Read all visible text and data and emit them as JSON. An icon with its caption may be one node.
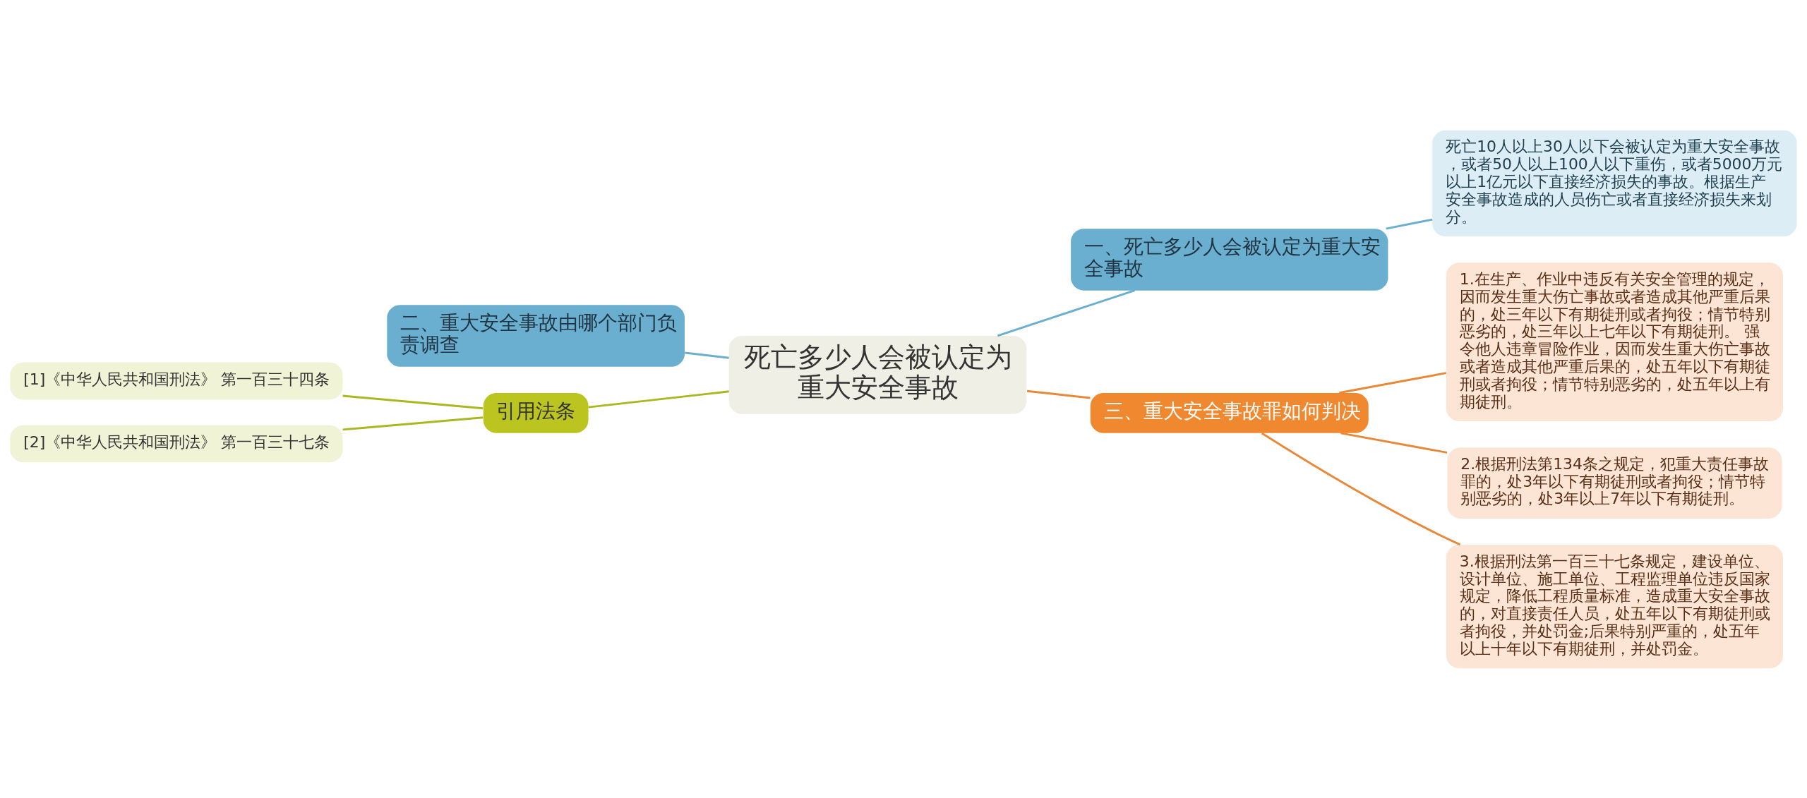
{
  "diagram": {
    "nodes": [
      {
        "text": [
          "死亡多少人会被认定为重大安全事故"
        ]
      },
      {
        "text": [
          "一、死亡多少人会被认定为重大安全事故"
        ]
      },
      {
        "text": [
          "死亡10人以上30人以下会被认定为重大安全事故，或者50人以上100人以下重伤，或者5000万元以上1亿元以下直接经济损失的事故。根据生产安全事故造成的人员伤亡或者直接经济损失来划分。"
        ]
      },
      {
        "text": [
          "三、重大安全事故罪如何判决"
        ]
      },
      {
        "text": [
          "1.在生产、作业中违反有关安全管理的规定，因而发生重大伤亡事故或者造成其他严重后果的，处三年以下有期徒刑或者拘役；情节特别恶劣的，处三年以上七年以下有期徒刑。 强令他人违章冒险作业，因而发生重大伤亡事故或者造成其他严重后果的，处五年以下有期徒刑或者拘役；情节特别恶劣的，处五年以上有期徒刑。"
        ]
      },
      {
        "text": [
          "2.根据刑法第134条之规定，犯重大责任事故罪的，处3年以下有期徒刑或者拘役；情节特别恶劣的，处3年以上7年以下有期徒刑。"
        ]
      },
      {
        "text": [
          "3.根据刑法第一百三十七条规定，建设单位、设计单位、施工单位、工程监理单位违反国家规定，降低工程质量标准，造成重大安全事故的，对直接责任人员，处五年以下有期徒刑或者拘役，并处罚金;后果特别严重的，处五年以上十年以下有期徒刑，并处罚金。"
        ]
      },
      {
        "text": [
          "二、重大安全事故由哪个部门负责调查"
        ]
      },
      {
        "text": [
          "引用法条"
        ]
      },
      {
        "text": [
          "[1]《中华人民共和国刑法》 第一百三十四条"
        ]
      },
      {
        "text": [
          "[2]《中华人民共和国刑法》 第一百三十七条"
        ]
      }
    ],
    "edges": [
      {
        "from": 0,
        "to": 1,
        "arrow": "none",
        "color": "#6aaed0"
      },
      {
        "from": 1,
        "to": 2,
        "arrow": "none",
        "color": "#6aaed0"
      },
      {
        "from": 0,
        "to": 3,
        "arrow": "none"
      },
      {
        "from": 3,
        "to": 4,
        "arrow": "none"
      },
      {
        "from": 3,
        "to": 5,
        "arrow": "none"
      },
      {
        "from": 3,
        "to": 6,
        "arrow": "none"
      },
      {
        "from": 7,
        "to": 0,
        "arrow": "none",
        "color": "#6aaed0"
      },
      {
        "from": 8,
        "to": 0,
        "arrow": "none",
        "color": "#a9b820"
      },
      {
        "from": 9,
        "to": 8,
        "arrow": "none",
        "color": "#a9b820"
      },
      {
        "from": 10,
        "to": 8,
        "arrow": "none",
        "color": "#a9b820"
      }
    ]
  }
}
